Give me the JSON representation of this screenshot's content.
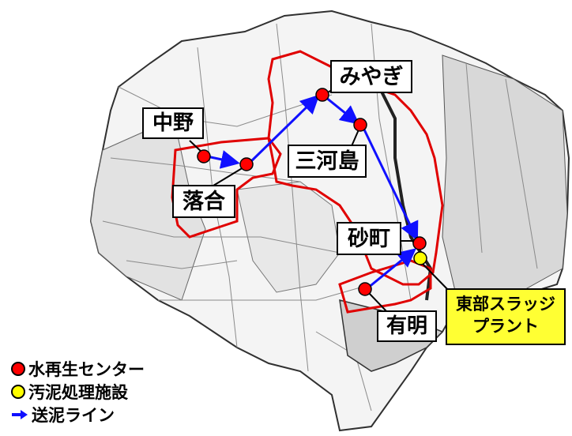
{
  "stations": [
    {
      "id": "nakano",
      "label": "中野"
    },
    {
      "id": "ochiai",
      "label": "落合"
    },
    {
      "id": "miyagi",
      "label": "みやぎ"
    },
    {
      "id": "mikawashima",
      "label": "三河島"
    },
    {
      "id": "sunamachi",
      "label": "砂町"
    },
    {
      "id": "ariake",
      "label": "有明"
    }
  ],
  "plant": {
    "line1": "東部スラッジ",
    "line2": "プラント"
  },
  "legend": [
    {
      "icon": "red-circle-icon",
      "label": "水再生センター"
    },
    {
      "icon": "yellow-circle-icon",
      "label": "汚泥処理施設"
    },
    {
      "icon": "blue-arrow-icon",
      "label": "送泥ライン"
    }
  ],
  "colors": {
    "center": "#ff0000",
    "facility": "#ffff00",
    "pipeline": "#1010ff",
    "boundary": "#e00000",
    "plant_bg": "#ffff33"
  }
}
